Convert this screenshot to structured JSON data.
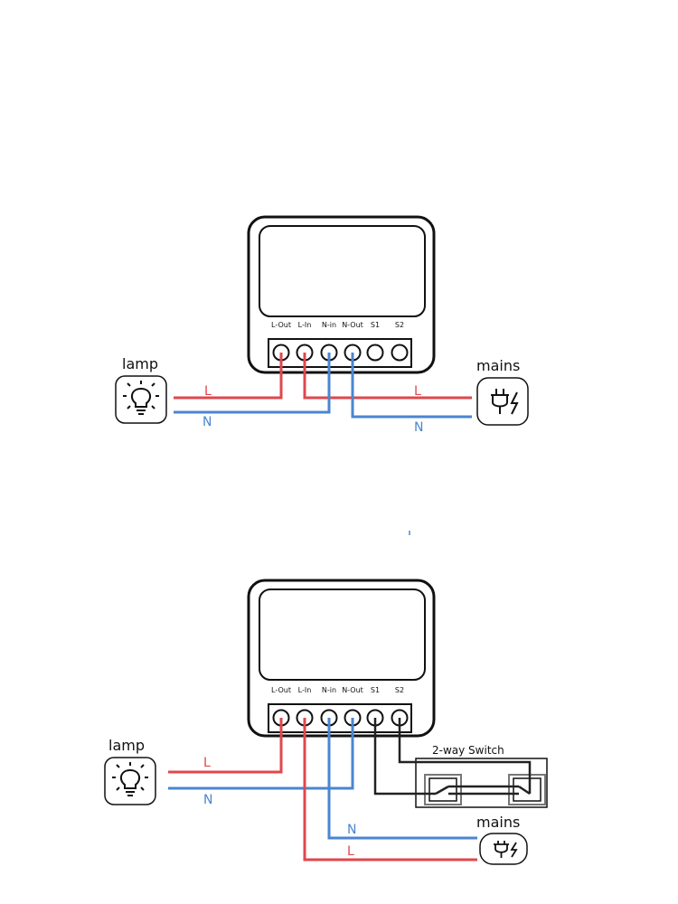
{
  "colors": {
    "live": "#e0474c",
    "neutral": "#4a86d0",
    "switch_wire": "#222222",
    "outline": "#111111"
  },
  "terminals": [
    "L-Out",
    "L-In",
    "N-in",
    "N-Out",
    "S1",
    "S2"
  ],
  "diagram1": {
    "lamp_label": "lamp",
    "mains_label": "mains",
    "wire_L_left": "L",
    "wire_N_left": "N",
    "wire_L_right": "L",
    "wire_N_right": "N"
  },
  "diagram2": {
    "lamp_label": "lamp",
    "mains_label": "mains",
    "wire_L_left": "L",
    "wire_N_left": "N",
    "wire_N_right": "N",
    "wire_L_right": "L",
    "switch_label": "2-way Switch"
  },
  "icons": {
    "lamp": "lightbulb-icon",
    "mains": "plug-icon"
  }
}
